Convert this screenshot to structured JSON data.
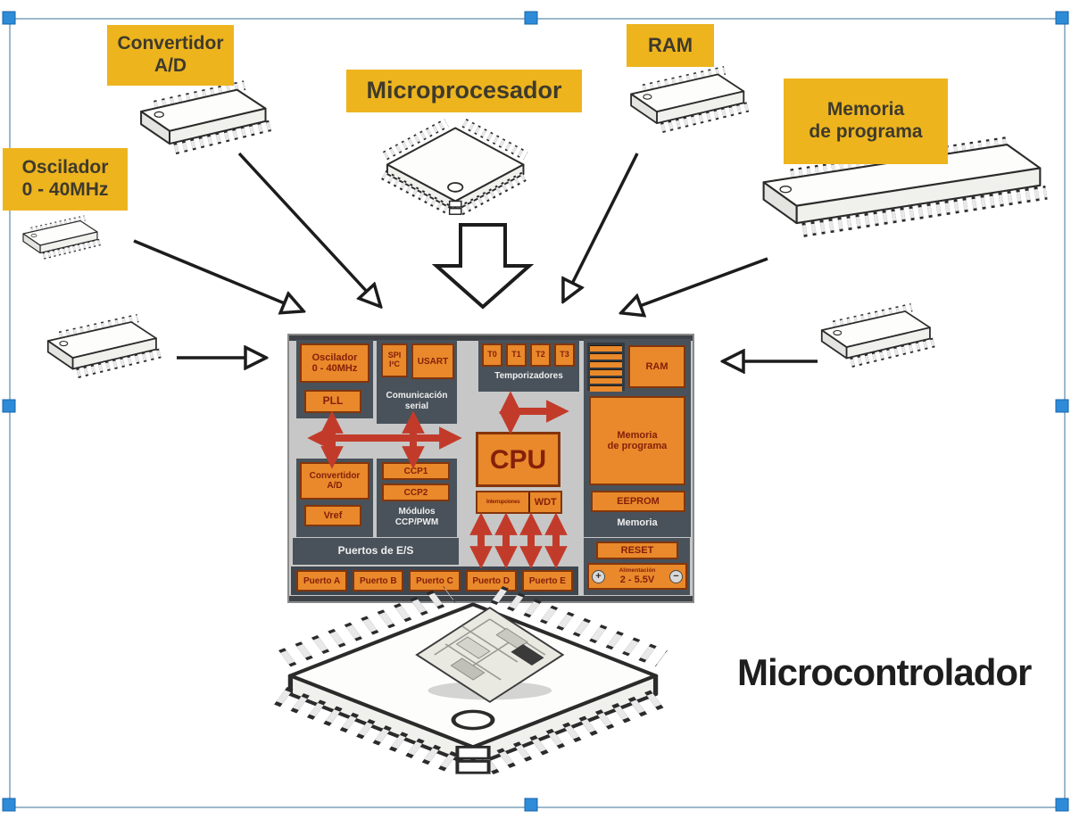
{
  "callouts": {
    "convertidor": {
      "line1": "Convertidor",
      "line2": "A/D"
    },
    "oscilador": {
      "line1": "Oscilador",
      "line2": "0 - 40MHz"
    },
    "microprocesador": {
      "label": "Microprocesador"
    },
    "ram": {
      "label": "RAM"
    },
    "memoria": {
      "line1": "Memoria",
      "line2": "de programa"
    }
  },
  "footer": {
    "label": "Microcontrolador"
  },
  "diagram": {
    "oscilador": {
      "line1": "Oscilador",
      "line2": "0 - 40MHz",
      "pll": "PLL"
    },
    "comunicacion": {
      "spi": "SPI",
      "i2c": "I²C",
      "usart": "USART",
      "line1": "Comunicación",
      "line2": "serial"
    },
    "temporizadores": {
      "t0": "T0",
      "t1": "T1",
      "t2": "T2",
      "t3": "T3",
      "label": "Temporizadores"
    },
    "memoria": {
      "ram": "RAM",
      "line1": "Memoria",
      "line2": "de programa",
      "eeprom": "EEPROM",
      "label": "Memoria"
    },
    "convertidor": {
      "line1": "Convertidor",
      "line2": "A/D",
      "vref": "Vref"
    },
    "ccp": {
      "ccp1": "CCP1",
      "ccp2": "CCP2",
      "line1": "Módulos",
      "line2": "CCP/PWM"
    },
    "cpu": {
      "label": "CPU",
      "interrupciones": "Interrupciones",
      "wdt": "WDT"
    },
    "puertos": {
      "label": "Puertos de E/S",
      "ports": [
        "Puerto A",
        "Puerto B",
        "Puerto C",
        "Puerto D",
        "Puerto E"
      ]
    },
    "alimentacion": {
      "reset": "RESET",
      "label": "Alimentación",
      "voltage": "2 - 5.5V",
      "plus": "+",
      "minus": "−"
    }
  },
  "colors": {
    "callout_bg": "#EDB41E",
    "orange_box": "#E9892B",
    "orange_border": "#83350A",
    "orange_text": "#84200A",
    "panel_dark": "#49525A",
    "board_gray": "#C7C7C7",
    "red_arrow": "#C23B2A",
    "black_arrow": "#1C1C1C",
    "selection_handle": "#2E8BD8",
    "selection_frame": "#9DB9CB"
  }
}
